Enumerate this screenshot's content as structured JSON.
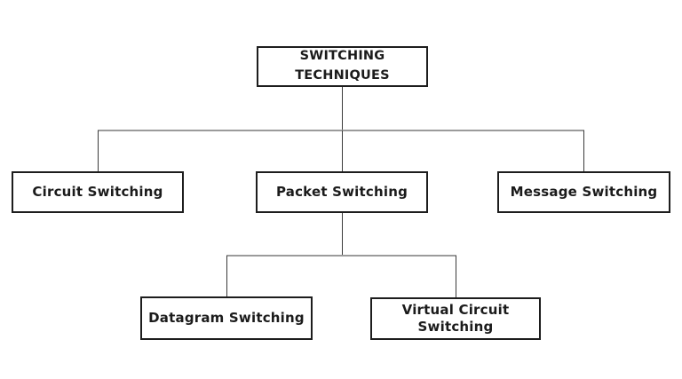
{
  "diagram": {
    "nodes": {
      "root": {
        "label": "SWITCHING\nTECHNIQUES"
      },
      "circuit": {
        "label": "Circuit Switching"
      },
      "packet": {
        "label": "Packet Switching"
      },
      "message": {
        "label": "Message Switching"
      },
      "datagram": {
        "label": "Datagram Switching"
      },
      "virtual": {
        "label": "Virtual Circuit\nSwitching"
      }
    },
    "colors": {
      "background": "#ffffff",
      "box_border": "#1d1d1d",
      "text": "#1b1b1b",
      "connector_vertical": "#3a3a3a",
      "connector_horizontal": "#9b9b9b"
    }
  }
}
